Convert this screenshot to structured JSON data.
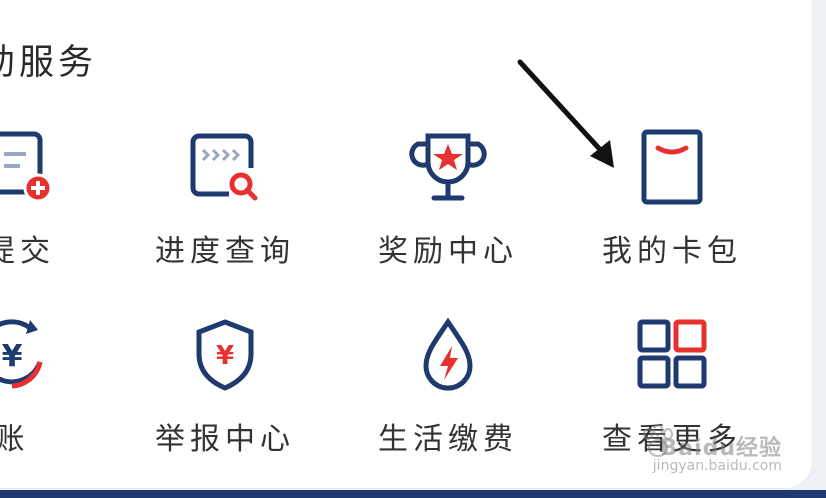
{
  "section": {
    "title": "助服务"
  },
  "services": {
    "row1": [
      {
        "label": "提交",
        "icon": "document-add-icon"
      },
      {
        "label": "进度查询",
        "icon": "progress-search-icon"
      },
      {
        "label": "奖励中心",
        "icon": "trophy-icon"
      },
      {
        "label": "我的卡包",
        "icon": "card-wallet-icon"
      }
    ],
    "row2": [
      {
        "label": "账",
        "icon": "refund-icon"
      },
      {
        "label": "举报中心",
        "icon": "shield-yen-icon"
      },
      {
        "label": "生活缴费",
        "icon": "water-drop-bolt-icon"
      },
      {
        "label": "查看更多",
        "icon": "grid-more-icon"
      }
    ]
  },
  "watermark": {
    "main": "Baidu经验",
    "url": "jingyan.baidu.com"
  },
  "colors": {
    "navy": "#1e3a6e",
    "red": "#e8312f",
    "text": "#333333"
  }
}
